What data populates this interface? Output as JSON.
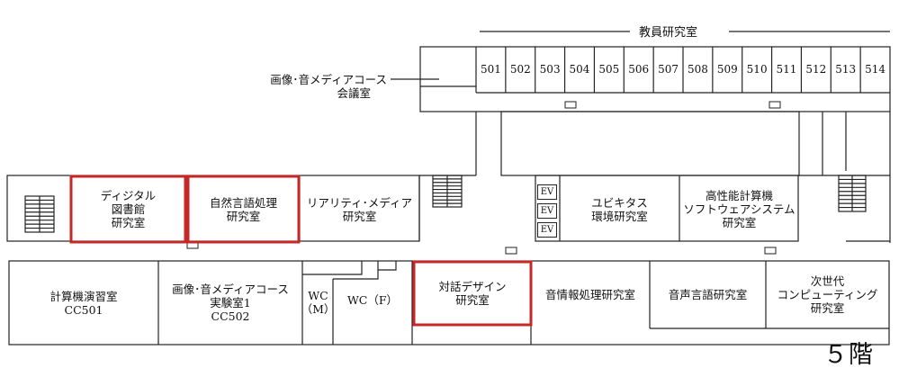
{
  "floor_label": "５階",
  "faculty_label": "教員研究室",
  "conference_room": [
    "画像･音メディアコース",
    "会議室"
  ],
  "faculty_rooms": [
    "501",
    "502",
    "503",
    "504",
    "505",
    "506",
    "507",
    "508",
    "509",
    "510",
    "511",
    "512",
    "513",
    "514"
  ],
  "elevator_label": "EV",
  "rooms": {
    "digital_library": [
      "ディジタル",
      "図書館",
      "研究室"
    ],
    "nlp": [
      "自然言語処理",
      "研究室"
    ],
    "reality_media": [
      "リアリティ･メディア",
      "研究室"
    ],
    "ubiquitous": [
      "ユビキタス",
      "環境研究室"
    ],
    "hpc_software": [
      "高性能計算機",
      "ソフトウェアシステム",
      "研究室"
    ],
    "computer_lab": [
      "計算機演習室",
      "CC501"
    ],
    "media_lab1": [
      "画像･音メディアコース",
      "実験室1",
      "CC502"
    ],
    "wc_m": [
      "WC",
      "（M）"
    ],
    "wc_f": [
      "WC（F）"
    ],
    "dialogue_design": [
      "対話デザイン",
      "研究室"
    ],
    "sound_info": [
      "音情報処理研究室"
    ],
    "speech_lang": [
      "音声言語研究室"
    ],
    "next_gen_computing": [
      "次世代",
      "コンピューティング",
      "研究室"
    ]
  },
  "highlight_color": "#c62828"
}
